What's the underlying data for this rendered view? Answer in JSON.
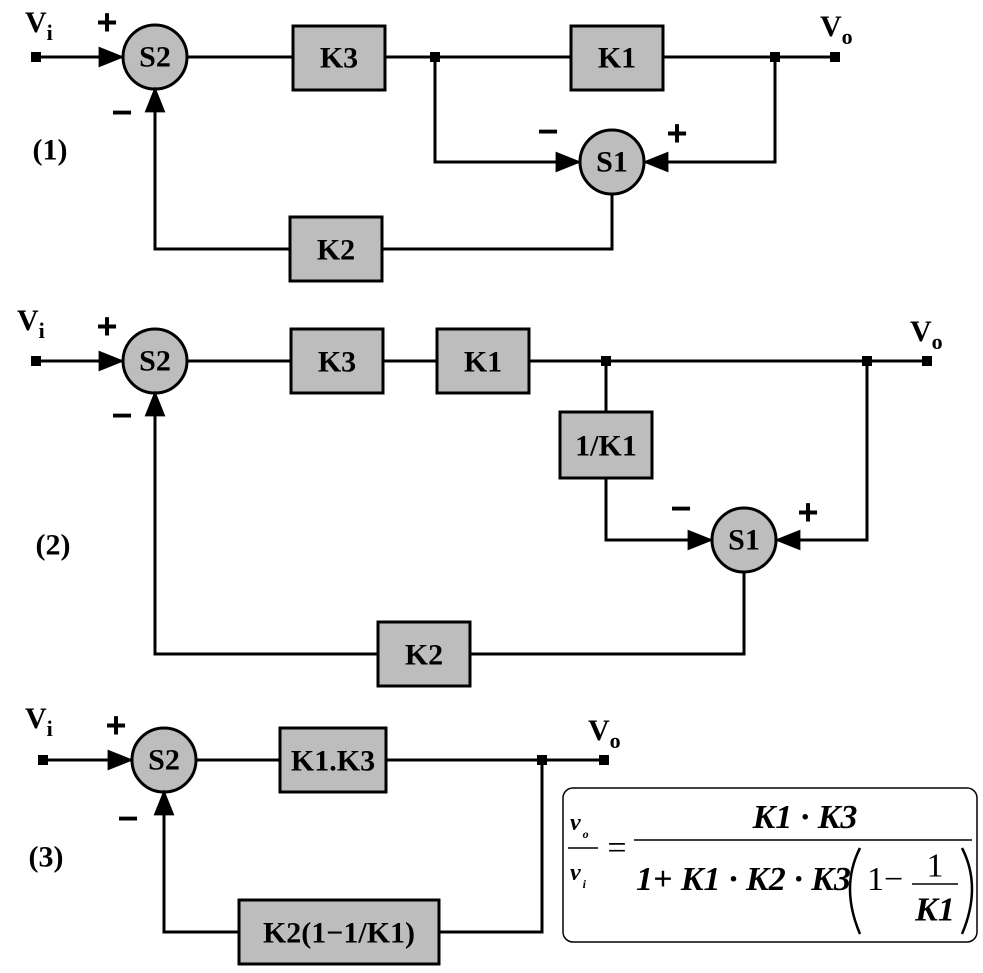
{
  "diagrams": [
    {
      "number": "(1)",
      "input": {
        "main": "V",
        "sub": "i"
      },
      "output": {
        "main": "V",
        "sub": "o"
      },
      "blocks": {
        "k3": "K3",
        "k1": "K1",
        "k2": "K2"
      },
      "summers": {
        "s2": "S2",
        "s1": "S1"
      },
      "signs": {
        "s2_plus": "+",
        "s2_minus": "−",
        "s1_minus": "−",
        "s1_plus": "+"
      }
    },
    {
      "number": "(2)",
      "input": {
        "main": "V",
        "sub": "i"
      },
      "output": {
        "main": "V",
        "sub": "o"
      },
      "blocks": {
        "k3": "K3",
        "k1": "K1",
        "inv_k1": "1/K1",
        "k2": "K2"
      },
      "summers": {
        "s2": "S2",
        "s1": "S1"
      },
      "signs": {
        "s2_plus": "+",
        "s2_minus": "−",
        "s1_minus": "−",
        "s1_plus": "+"
      }
    },
    {
      "number": "(3)",
      "input": {
        "main": "V",
        "sub": "i"
      },
      "output": {
        "main": "V",
        "sub": "o"
      },
      "blocks": {
        "forward": "K1.K3",
        "feedback": "K2(1−1/K1)"
      },
      "summers": {
        "s2": "S2"
      },
      "signs": {
        "s2_plus": "+",
        "s2_minus": "−"
      }
    }
  ],
  "equation": {
    "lhs_num_var": "v",
    "lhs_num_sub": "o",
    "lhs_den_var": "v",
    "lhs_den_sub": "i",
    "equals": "=",
    "rhs_num": "K1 · K3",
    "rhs_den_prefix": "1+ K1 · K2 · K3",
    "paren_one": "1−",
    "inner_num": "1",
    "inner_den": "K1"
  }
}
